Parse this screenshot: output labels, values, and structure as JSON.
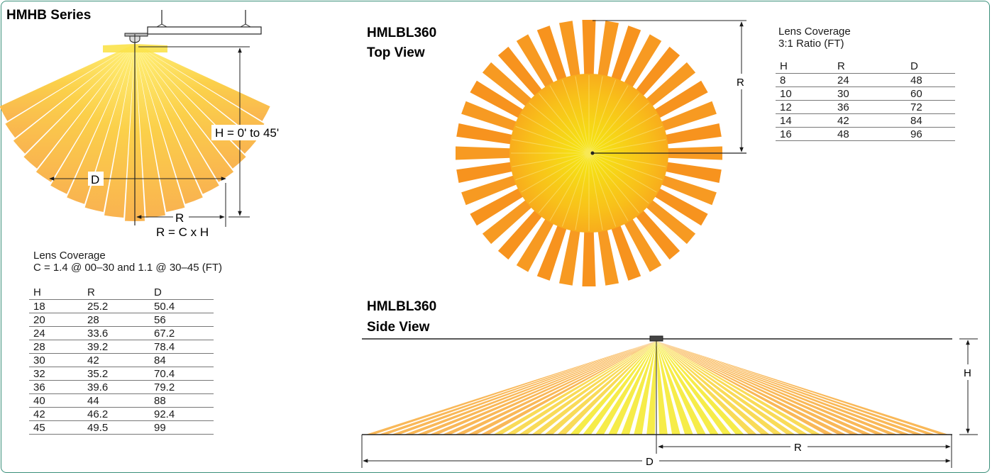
{
  "hmhb": {
    "title": "HMHB Series",
    "height_label": "H = 0' to 45'",
    "d_label": "D",
    "r_label": "R",
    "formula": "R = C x H",
    "caption_line1": "Lens Coverage",
    "caption_line2": "C = 1.4 @ 00–30 and 1.1 @ 30–45 (FT)",
    "columns": [
      "H",
      "R",
      "D"
    ],
    "rows": [
      [
        "18",
        "25.2",
        "50.4"
      ],
      [
        "20",
        "28",
        "56"
      ],
      [
        "24",
        "33.6",
        "67.2"
      ],
      [
        "28",
        "39.2",
        "78.4"
      ],
      [
        "30",
        "42",
        "84"
      ],
      [
        "32",
        "35.2",
        "70.4"
      ],
      [
        "36",
        "39.6",
        "79.2"
      ],
      [
        "40",
        "44",
        "88"
      ],
      [
        "42",
        "46.2",
        "92.4"
      ],
      [
        "45",
        "49.5",
        "99"
      ]
    ]
  },
  "top_view": {
    "title_line1": "HMLBL360",
    "title_line2": "Top View",
    "r_label": "R"
  },
  "hmlbl_table": {
    "caption_line1": "Lens Coverage",
    "caption_line2": "3:1 Ratio (FT)",
    "columns": [
      "H",
      "R",
      "D"
    ],
    "rows": [
      [
        "8",
        "24",
        "48"
      ],
      [
        "10",
        "30",
        "60"
      ],
      [
        "12",
        "36",
        "72"
      ],
      [
        "14",
        "42",
        "84"
      ],
      [
        "16",
        "48",
        "96"
      ]
    ]
  },
  "side_view": {
    "title_line1": "HMLBL360",
    "title_line2": "Side View",
    "h_label": "H",
    "r_label": "R",
    "d_label": "D"
  },
  "colors": {
    "border": "#3a8f7a",
    "beam_orange": "#f7931e",
    "beam_yellow": "#f5ea14",
    "beam_light": "#fbd56a"
  }
}
